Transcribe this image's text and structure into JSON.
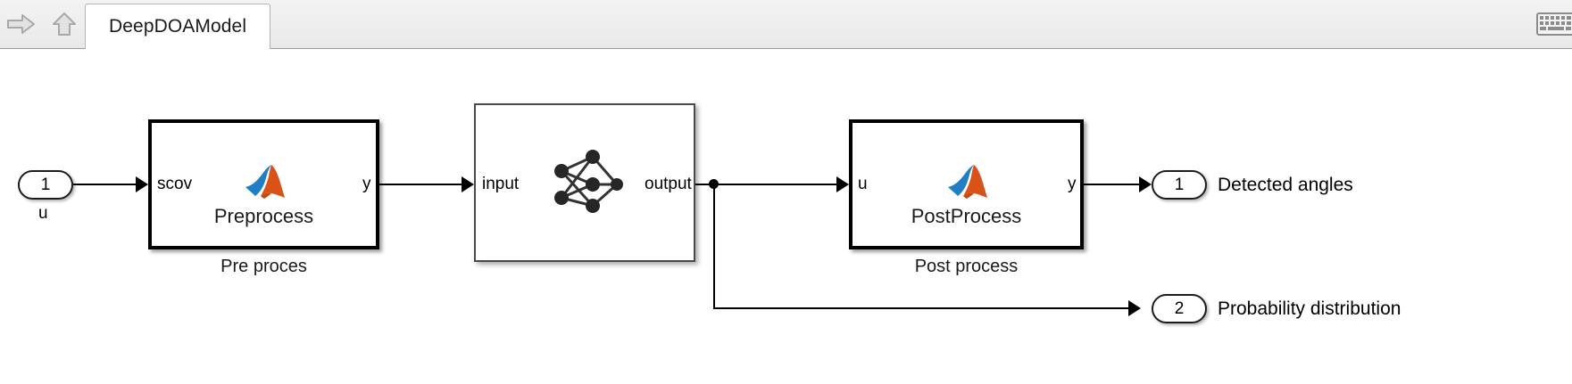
{
  "window": {
    "title": "DeepDOAModel"
  },
  "toolbar": {
    "back_icon": "forward-arrow-icon",
    "up_icon": "up-arrow-icon",
    "keyboard_icon": "keyboard-icon",
    "tabs": [
      {
        "label": "DeepDOAModel",
        "active": true
      }
    ]
  },
  "diagram": {
    "inputs": [
      {
        "number": "1",
        "sublabel": "u"
      }
    ],
    "blocks": [
      {
        "id": "preprocess",
        "title": "Preprocess",
        "caption": "Pre proces",
        "input_port": "scov",
        "output_port": "y",
        "icon": "matlab-membrane-icon",
        "style": "thick"
      },
      {
        "id": "network",
        "title": "",
        "caption": "",
        "input_port": "input",
        "output_port": "output",
        "icon": "neural-network-icon",
        "style": "thin"
      },
      {
        "id": "postprocess",
        "title": "PostProcess",
        "caption": "Post process",
        "input_port": "u",
        "output_port": "y",
        "icon": "matlab-membrane-icon",
        "style": "thick"
      }
    ],
    "outputs": [
      {
        "number": "1",
        "label": "Detected angles"
      },
      {
        "number": "2",
        "label": "Probability distribution"
      }
    ]
  },
  "colors": {
    "matlab_orange": "#D95319",
    "matlab_blue": "#1F7FC4",
    "line": "#000000",
    "canvas": "#FFFFFF",
    "toolbar": "#EEEEEE"
  }
}
